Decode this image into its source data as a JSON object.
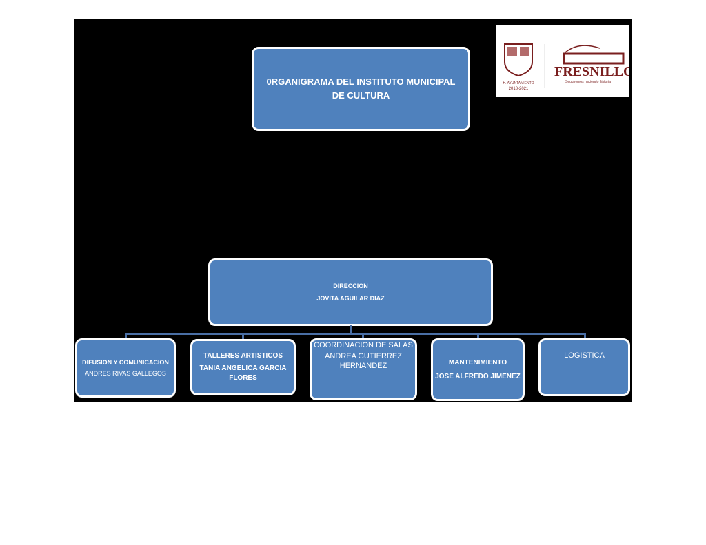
{
  "title": {
    "line1": "0RGANIGRAMA DEL INSTITUTO MUNICIPAL",
    "line2": "DE CULTURA"
  },
  "logo": {
    "left_text1": "H. AYUNTAMIENTO",
    "left_text2": "2018-2021",
    "brand": "FRESNILLO",
    "tagline": "Seguiremos haciendo historia"
  },
  "direccion": {
    "title": "DIRECCION",
    "name": "JOVITA AGUILAR DIAZ"
  },
  "departments": [
    {
      "title": "DIFUSION Y  COMUNICACION",
      "name": "ANDRES RIVAS  GALLEGOS"
    },
    {
      "title": "TALLERES ARTISTICOS",
      "name": "TANIA ANGELICA GARCIA FLORES"
    },
    {
      "title": "COORDINACION DE SALAS",
      "name": "ANDREA GUTIERREZ HERNANDEZ"
    },
    {
      "title": "MANTENIMIENTO",
      "name": "JOSE ALFREDO JIMENEZ"
    },
    {
      "title": "LOGISTICA"
    }
  ],
  "colors": {
    "box": "#4f81bd",
    "background": "#000000",
    "brand": "#7a1f1f"
  }
}
